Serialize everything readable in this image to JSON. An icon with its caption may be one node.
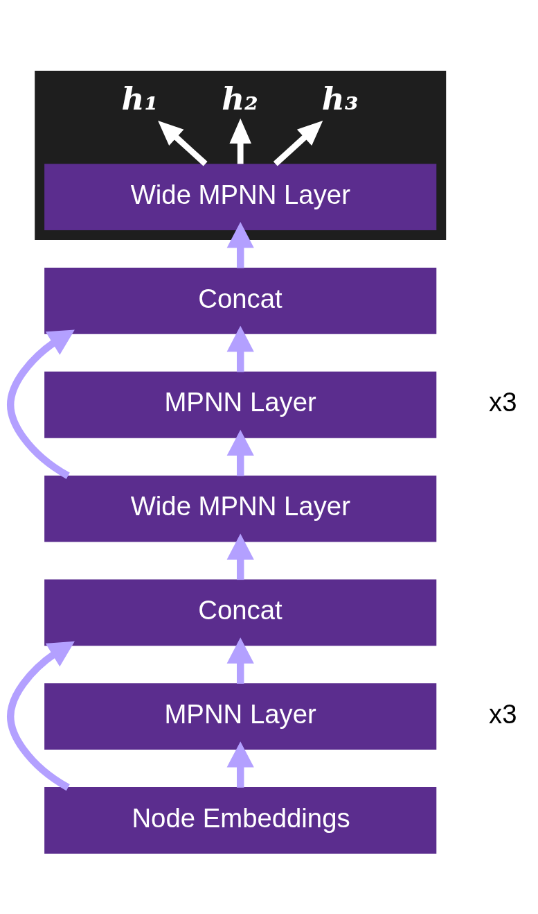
{
  "diagram": {
    "nodes": [
      {
        "text": [],
        "shape": "box"
      },
      {
        "text": [
          "h₁"
        ],
        "in": 0
      },
      {
        "text": [
          "h₂"
        ],
        "in": 0
      },
      {
        "text": [
          "h₃"
        ],
        "in": 0
      },
      {
        "text": [
          "Wide MPNN Layer"
        ],
        "in": 0
      },
      {
        "text": [
          "Concat"
        ]
      },
      {
        "text": [
          "MPNN Layer"
        ],
        "beside": [
          "x3"
        ]
      },
      {
        "text": [
          "Wide MPNN Layer"
        ]
      },
      {
        "text": [
          "Concat"
        ]
      },
      {
        "text": [
          "MPNN Layer"
        ],
        "beside": [
          "x3"
        ]
      },
      {
        "text": [
          "Node Embeddings"
        ]
      }
    ],
    "edges": [
      {
        "from": 10,
        "to": 9,
        "arrow": "to"
      },
      {
        "from": 9,
        "to": 8,
        "arrow": "to"
      },
      {
        "from": 8,
        "to": 7,
        "arrow": "to"
      },
      {
        "from": 7,
        "to": 6,
        "arrow": "to"
      },
      {
        "from": 6,
        "to": 5,
        "arrow": "to"
      },
      {
        "from": 5,
        "to": 4,
        "arrow": "to"
      },
      {
        "from": 4,
        "to": 1,
        "arrow": "to",
        "color": "#ffffff"
      },
      {
        "from": 4,
        "to": 2,
        "arrow": "to",
        "color": "#ffffff"
      },
      {
        "from": 4,
        "to": 3,
        "arrow": "to",
        "color": "#ffffff"
      },
      {
        "from": 10,
        "to": 8,
        "arrow": "to"
      },
      {
        "from": 7,
        "to": 5,
        "arrow": "to"
      }
    ]
  }
}
